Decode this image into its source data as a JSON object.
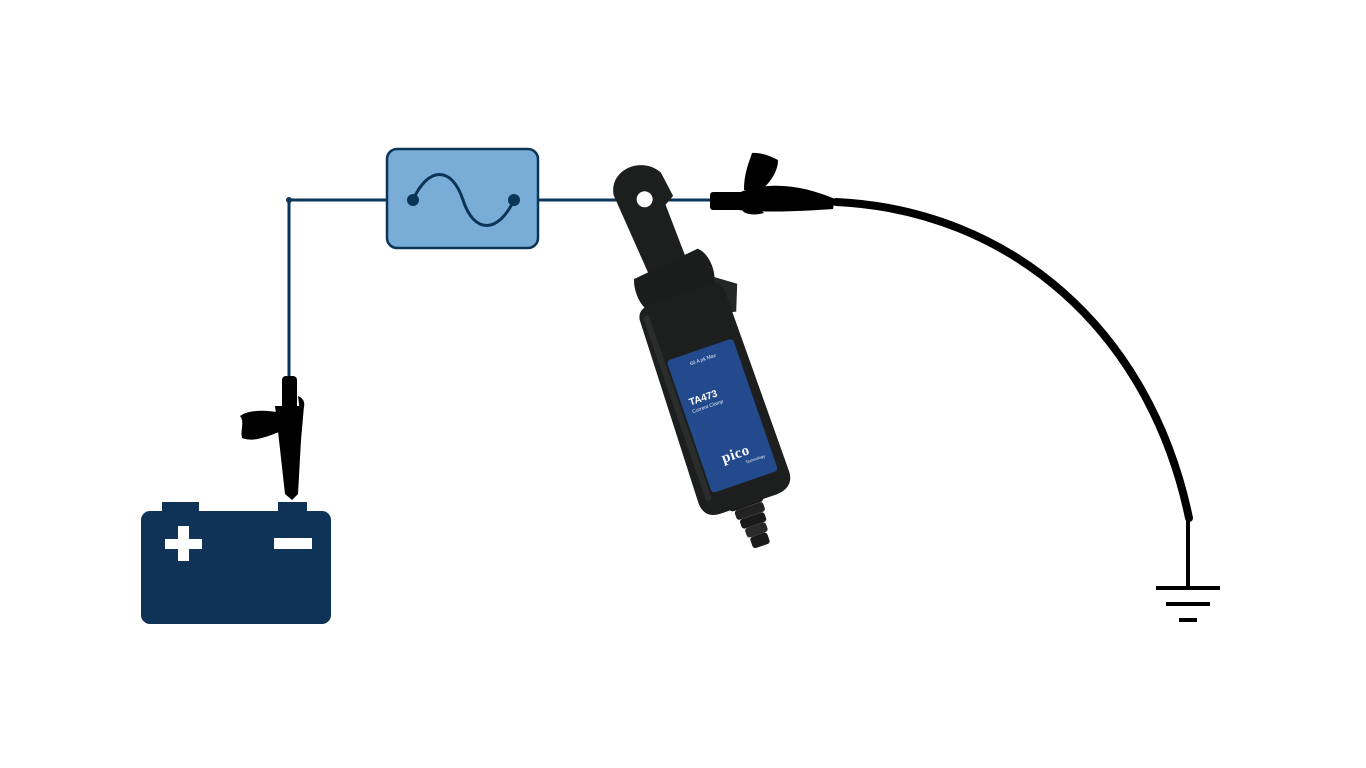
{
  "colors": {
    "wire": "#0b3557",
    "battery": "#0e3356",
    "fuse_fill": "#79acd6",
    "fuse_stroke": "#0b3557",
    "clamp_body": "#1d1f1e",
    "clamp_label": "#234a8c",
    "ground_lead": "#000000"
  },
  "components": {
    "battery": {
      "icon": "battery-icon",
      "positive_symbol": "+",
      "negative_symbol": "−"
    },
    "fuse": {
      "icon": "fuse-icon"
    },
    "clamp": {
      "range_text": "60 A pk Max",
      "model": "TA473",
      "description": "Current Clamp",
      "brand": "pico",
      "brand_sub": "Technology"
    },
    "ground": {
      "icon": "ground-icon"
    },
    "crocodile_clips": [
      "battery-negative-clip",
      "ground-lead-clip"
    ]
  }
}
